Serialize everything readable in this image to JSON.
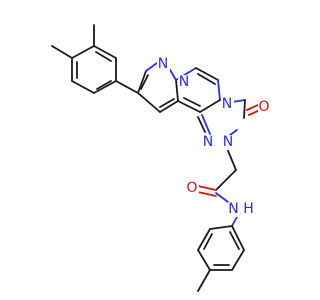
{
  "atoms": {
    "nitrogen": "N",
    "oxygen": "O",
    "amide_nh": "N H"
  },
  "colors": {
    "bond": "#1a1a1a",
    "nitrogen": "#2a2aff",
    "oxygen": "#e01010",
    "background": "#ffffff"
  }
}
